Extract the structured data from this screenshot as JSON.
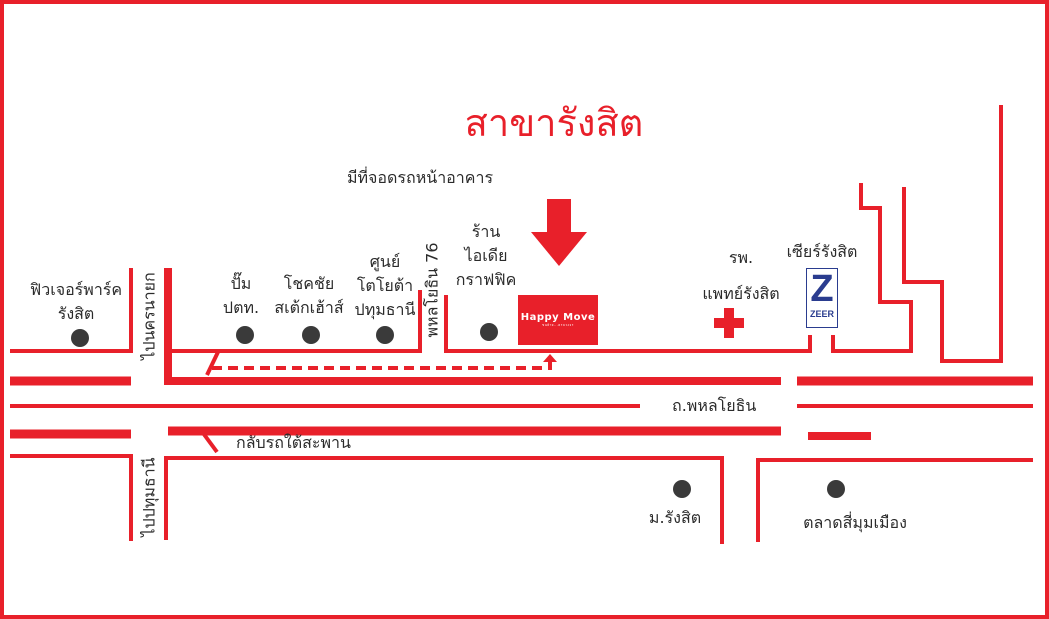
{
  "title": "สาขารังสิต",
  "parking_note": "มีที่จอดรถหน้าอาคาร",
  "colors": {
    "road": "#e8202a",
    "landmark_dot": "#3a3a3a",
    "zeer_blue": "#2a3c8f"
  },
  "store": {
    "name": "Happy Move",
    "tagline": "ขนย้าย...ครบวงจร"
  },
  "road_labels": {
    "main_road": "ถ.พหลโยธิน",
    "to_nakhon_nayok": "ไปนครนายก",
    "to_pathum_thani": "ไปปทุมธานี",
    "soi": "พหลโยธิน 76",
    "u_turn": "กลับรถใต้สะพาน"
  },
  "landmarks": {
    "future_park": [
      "ฟิวเจอร์พาร์ค",
      "รังสิต"
    ],
    "ptt": [
      "ปั๊ม",
      "ปตท."
    ],
    "chokchai": [
      "โชคชัย",
      "สเต้กเฮ้าส์"
    ],
    "toyota": [
      "ศูนย์",
      "โตโยต้า",
      "ปทุมธานี"
    ],
    "idea_graphic": [
      "ร้าน",
      "ไอเดีย",
      "กราฟฟิค"
    ],
    "hospital": [
      "รพ.",
      "แพทย์รังสิต"
    ],
    "zeer": "เซียร์รังสิต",
    "zeer_logo": "Z ZEER",
    "rangsit_univ": "ม.รังสิต",
    "si_mum_muang": "ตลาดสี่มุมเมือง"
  }
}
